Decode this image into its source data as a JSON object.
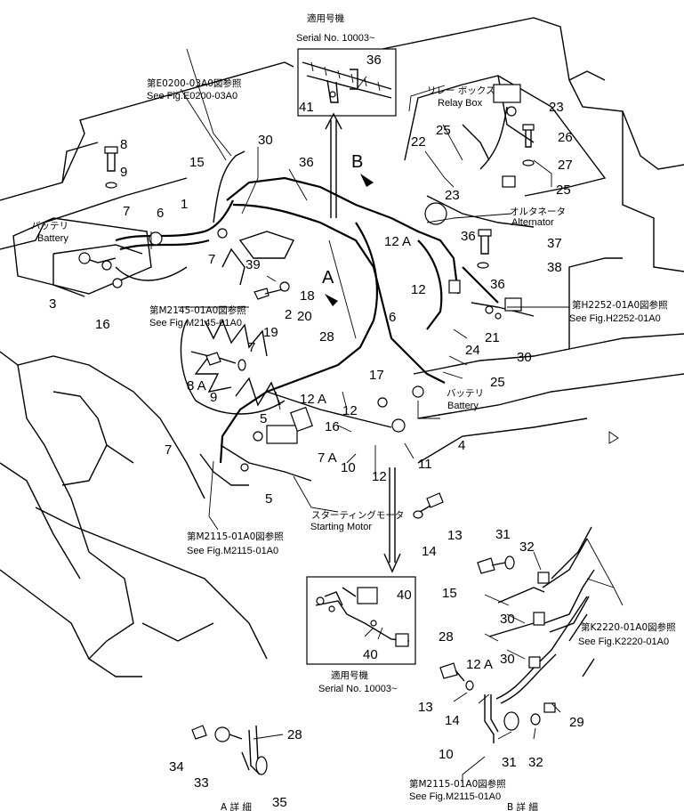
{
  "captions": {
    "serial_top_jp": "適用号機",
    "serial_top_en": "Serial  No. 10003~",
    "fig_e0200_jp": "第E0200-03A0図参照",
    "fig_e0200_en": "See Fig.E0200-03A0",
    "relay_box_jp": "リレー ボックス",
    "relay_box_en": "Relay Box",
    "battery_left_jp": "バッテリ",
    "battery_left_en": "Battery",
    "alternator_jp": "オルタネータ",
    "alternator_en": "Alternator",
    "fig_h2252_jp": "第H2252-01A0図参照",
    "fig_h2252_en": "See Fig.H2252-01A0",
    "fig_m2145_jp": "第M2145-01A0図参照",
    "fig_m2145_en": "See Fig.M2145-01A0",
    "battery_right_jp": "バッテリ",
    "battery_right_en": "Battery",
    "starting_motor_jp": "スターティングモータ",
    "starting_motor_en": "Starting  Motor",
    "fig_m2115a_jp": "第M2115-01A0図参照",
    "fig_m2115a_en": "See Fig.M2115-01A0",
    "fig_k2220_jp": "第K2220-01A0図参照",
    "fig_k2220_en": "See Fig.K2220-01A0",
    "serial_bottom_jp": "適用号機",
    "serial_bottom_en": "Serial  No. 10003~",
    "fig_m2115b_jp": "第M2115-01A0図参照",
    "fig_m2115b_en": "See Fig.M2115-01A0",
    "detail_bottom_left": "A 詳 細",
    "detail_bottom_right": "B 詳 細"
  },
  "view_markers": {
    "a": "A",
    "b": "B"
  },
  "callouts": {
    "c1": "1",
    "c2": "2",
    "c3": "3",
    "c4": "4",
    "c5a": "5",
    "c5b": "5",
    "c6a": "6",
    "c6b": "6",
    "c7a": "7",
    "c7b": "7",
    "c7c": "7",
    "c7d": "7",
    "c7A": "7 A",
    "c8": "8",
    "c8A": "8 A",
    "c9a": "9",
    "c9b": "9",
    "c10a": "10",
    "c10b": "10",
    "c11": "11",
    "c12a": "12",
    "c12b": "12",
    "c12c": "12",
    "c12Aa": "12 A",
    "c12Ab": "12 A",
    "c12Ac": "12 A",
    "c13a": "13",
    "c13b": "13",
    "c14a": "14",
    "c14b": "14",
    "c15a": "15",
    "c15b": "15",
    "c16a": "16",
    "c16b": "16",
    "c17": "17",
    "c18": "18",
    "c19": "19",
    "c20": "20",
    "c21": "21",
    "c22": "22",
    "c23a": "23",
    "c23b": "23",
    "c24": "24",
    "c25a": "25",
    "c25b": "25",
    "c25c": "25",
    "c26": "26",
    "c27": "27",
    "c28a": "28",
    "c28b": "28",
    "c28c": "28",
    "c29": "29",
    "c30a": "30",
    "c30b": "30",
    "c30c": "30",
    "c30d": "30",
    "c31a": "31",
    "c31b": "31",
    "c32a": "32",
    "c32b": "32",
    "c33": "33",
    "c34": "34",
    "c35": "35",
    "c36a": "36",
    "c36b": "36",
    "c36c": "36",
    "c36d": "36",
    "c37": "37",
    "c38": "38",
    "c39": "39",
    "c40a": "40",
    "c40b": "40",
    "c41": "41"
  }
}
